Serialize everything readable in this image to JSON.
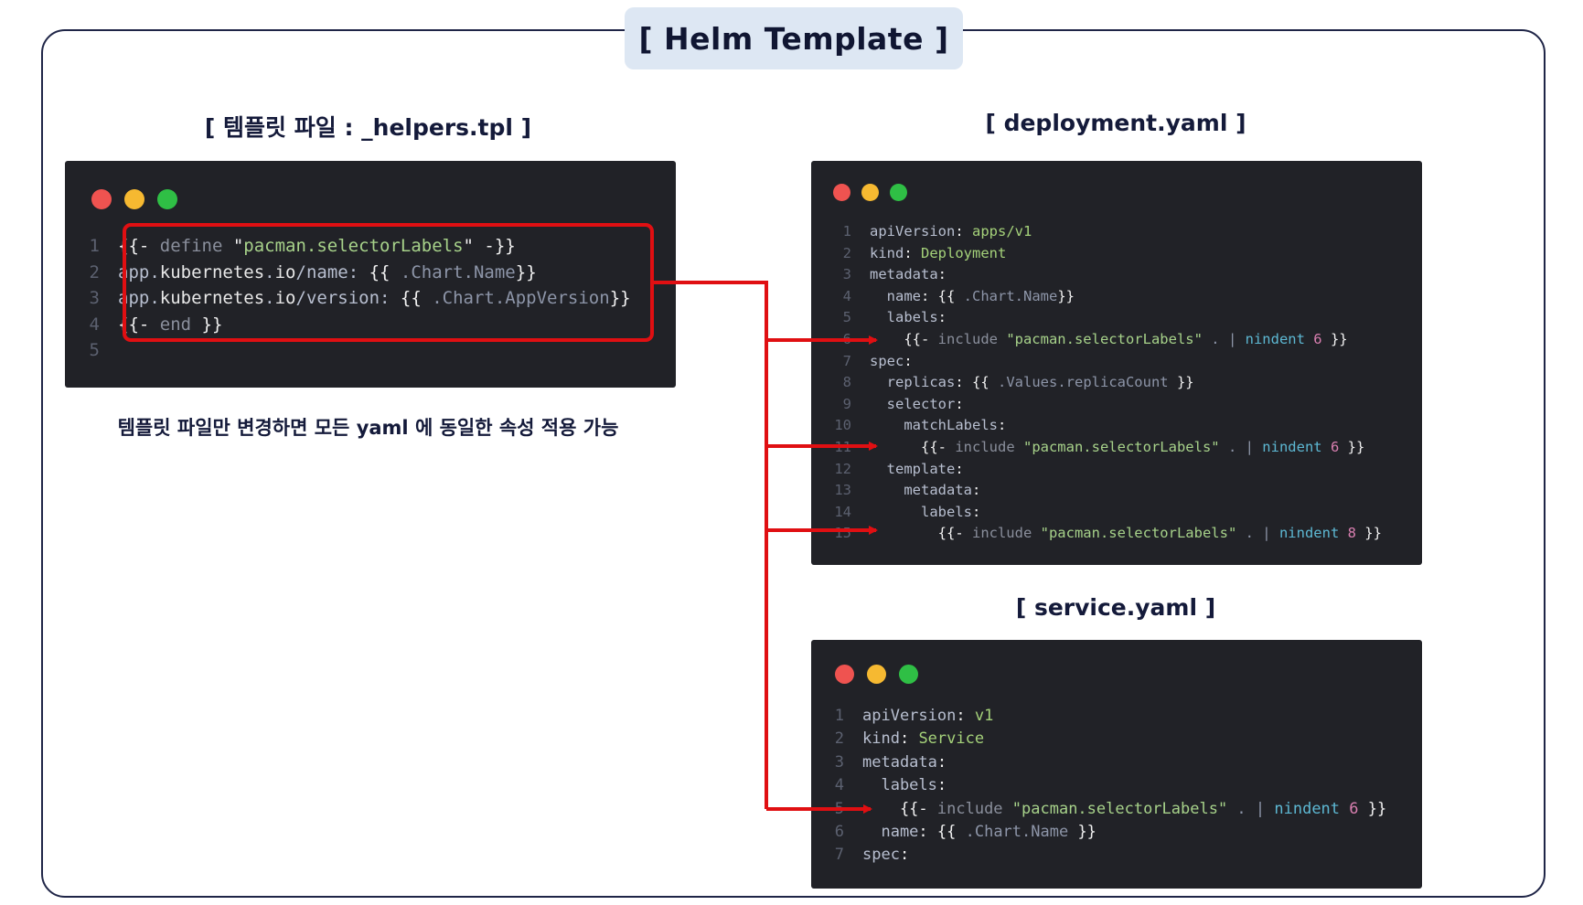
{
  "title": "[ Helm Template ]",
  "helpers": {
    "caption": "[ 템플릿 파일 : _helpers.tpl ]",
    "note": "템플릿 파일만 변경하면 모든 yaml 에 동일한 속성 적용 가능",
    "lines": [
      {
        "n": "1",
        "tokens": [
          [
            "{{- ",
            "punct"
          ],
          [
            "define ",
            "kw"
          ],
          [
            "\"",
            "punct"
          ],
          [
            "pacman.selectorLabels",
            "str"
          ],
          [
            "\" -}}",
            "punct"
          ]
        ]
      },
      {
        "n": "2",
        "tokens": [
          [
            "app.",
            "key"
          ],
          [
            "kubernetes",
            "plain"
          ],
          [
            ".",
            "key"
          ],
          [
            "io",
            "plain"
          ],
          [
            "/name: ",
            "key"
          ],
          [
            "{{ ",
            "punct"
          ],
          [
            ".Chart.Name",
            "field"
          ],
          [
            "}}",
            "punct"
          ]
        ]
      },
      {
        "n": "3",
        "tokens": [
          [
            "app.",
            "key"
          ],
          [
            "kubernetes",
            "plain"
          ],
          [
            ".",
            "key"
          ],
          [
            "io",
            "plain"
          ],
          [
            "/version: ",
            "key"
          ],
          [
            "{{ ",
            "punct"
          ],
          [
            ".Chart.AppVersion",
            "field"
          ],
          [
            "}}",
            "punct"
          ]
        ]
      },
      {
        "n": "4",
        "tokens": [
          [
            "{{- ",
            "punct"
          ],
          [
            "end ",
            "kw"
          ],
          [
            "}}",
            "punct"
          ]
        ]
      },
      {
        "n": "5",
        "tokens": []
      }
    ]
  },
  "deployment": {
    "caption": "[ deployment.yaml ]",
    "lines": [
      {
        "n": "1",
        "tokens": [
          [
            "apiVersion",
            "key"
          ],
          [
            ": ",
            "punct"
          ],
          [
            "apps/v1",
            "val"
          ]
        ]
      },
      {
        "n": "2",
        "tokens": [
          [
            "kind",
            "key"
          ],
          [
            ": ",
            "punct"
          ],
          [
            "Deployment",
            "val"
          ]
        ]
      },
      {
        "n": "3",
        "tokens": [
          [
            "metadata",
            "key"
          ],
          [
            ":",
            "punct"
          ]
        ]
      },
      {
        "n": "4",
        "tokens": [
          [
            "  name",
            "key"
          ],
          [
            ": {{ ",
            "punct"
          ],
          [
            ".Chart.Name",
            "field"
          ],
          [
            "}}",
            "punct"
          ]
        ]
      },
      {
        "n": "5",
        "tokens": [
          [
            "  labels",
            "key"
          ],
          [
            ":",
            "punct"
          ]
        ]
      },
      {
        "n": "6",
        "tokens": [
          [
            "    {{- ",
            "punct"
          ],
          [
            "include ",
            "kw"
          ],
          [
            "\"pacman.selectorLabels\"",
            "str"
          ],
          [
            " . | ",
            "field"
          ],
          [
            "nindent ",
            "fn"
          ],
          [
            "6",
            "num"
          ],
          [
            " }}",
            "punct"
          ]
        ]
      },
      {
        "n": "7",
        "tokens": [
          [
            "spec",
            "key"
          ],
          [
            ":",
            "punct"
          ]
        ]
      },
      {
        "n": "8",
        "tokens": [
          [
            "  replicas",
            "key"
          ],
          [
            ": {{ ",
            "punct"
          ],
          [
            ".Values.replicaCount",
            "field"
          ],
          [
            " }}",
            "punct"
          ]
        ]
      },
      {
        "n": "9",
        "tokens": [
          [
            "  selector",
            "key"
          ],
          [
            ":",
            "punct"
          ]
        ]
      },
      {
        "n": "10",
        "tokens": [
          [
            "    matchLabels",
            "key"
          ],
          [
            ":",
            "punct"
          ]
        ]
      },
      {
        "n": "11",
        "tokens": [
          [
            "      {{- ",
            "punct"
          ],
          [
            "include ",
            "kw"
          ],
          [
            "\"pacman.selectorLabels\"",
            "str"
          ],
          [
            " . | ",
            "field"
          ],
          [
            "nindent ",
            "fn"
          ],
          [
            "6",
            "num"
          ],
          [
            " }}",
            "punct"
          ]
        ]
      },
      {
        "n": "12",
        "tokens": [
          [
            "  template",
            "key"
          ],
          [
            ":",
            "punct"
          ]
        ]
      },
      {
        "n": "13",
        "tokens": [
          [
            "    metadata",
            "key"
          ],
          [
            ":",
            "punct"
          ]
        ]
      },
      {
        "n": "14",
        "tokens": [
          [
            "      labels",
            "key"
          ],
          [
            ":",
            "punct"
          ]
        ]
      },
      {
        "n": "15",
        "tokens": [
          [
            "        {{- ",
            "punct"
          ],
          [
            "include ",
            "kw"
          ],
          [
            "\"pacman.selectorLabels\"",
            "str"
          ],
          [
            " . | ",
            "field"
          ],
          [
            "nindent ",
            "fn"
          ],
          [
            "8",
            "num"
          ],
          [
            " }}",
            "punct"
          ]
        ]
      }
    ]
  },
  "service": {
    "caption": "[ service.yaml ]",
    "lines": [
      {
        "n": "1",
        "tokens": [
          [
            "apiVersion",
            "key"
          ],
          [
            ": ",
            "punct"
          ],
          [
            "v1",
            "val"
          ]
        ]
      },
      {
        "n": "2",
        "tokens": [
          [
            "kind",
            "key"
          ],
          [
            ": ",
            "punct"
          ],
          [
            "Service",
            "val"
          ]
        ]
      },
      {
        "n": "3",
        "tokens": [
          [
            "metadata",
            "key"
          ],
          [
            ":",
            "punct"
          ]
        ]
      },
      {
        "n": "4",
        "tokens": [
          [
            "  labels",
            "key"
          ],
          [
            ":",
            "punct"
          ]
        ]
      },
      {
        "n": "5",
        "tokens": [
          [
            "    {{- ",
            "punct"
          ],
          [
            "include ",
            "kw"
          ],
          [
            "\"pacman.selectorLabels\"",
            "str"
          ],
          [
            " . | ",
            "field"
          ],
          [
            "nindent ",
            "fn"
          ],
          [
            "6",
            "num"
          ],
          [
            " }}",
            "punct"
          ]
        ]
      },
      {
        "n": "6",
        "tokens": [
          [
            "  name",
            "key"
          ],
          [
            ": {{ ",
            "punct"
          ],
          [
            ".Chart.Name",
            "field"
          ],
          [
            " }}",
            "punct"
          ]
        ]
      },
      {
        "n": "7",
        "tokens": [
          [
            "spec",
            "key"
          ],
          [
            ":",
            "punct"
          ]
        ]
      }
    ]
  },
  "colors": {
    "frame": "#1f2547",
    "title_bg": "#dde7f3",
    "terminal_bg": "#212227",
    "highlight": "#e00f12",
    "arrow": "#e00f12"
  }
}
